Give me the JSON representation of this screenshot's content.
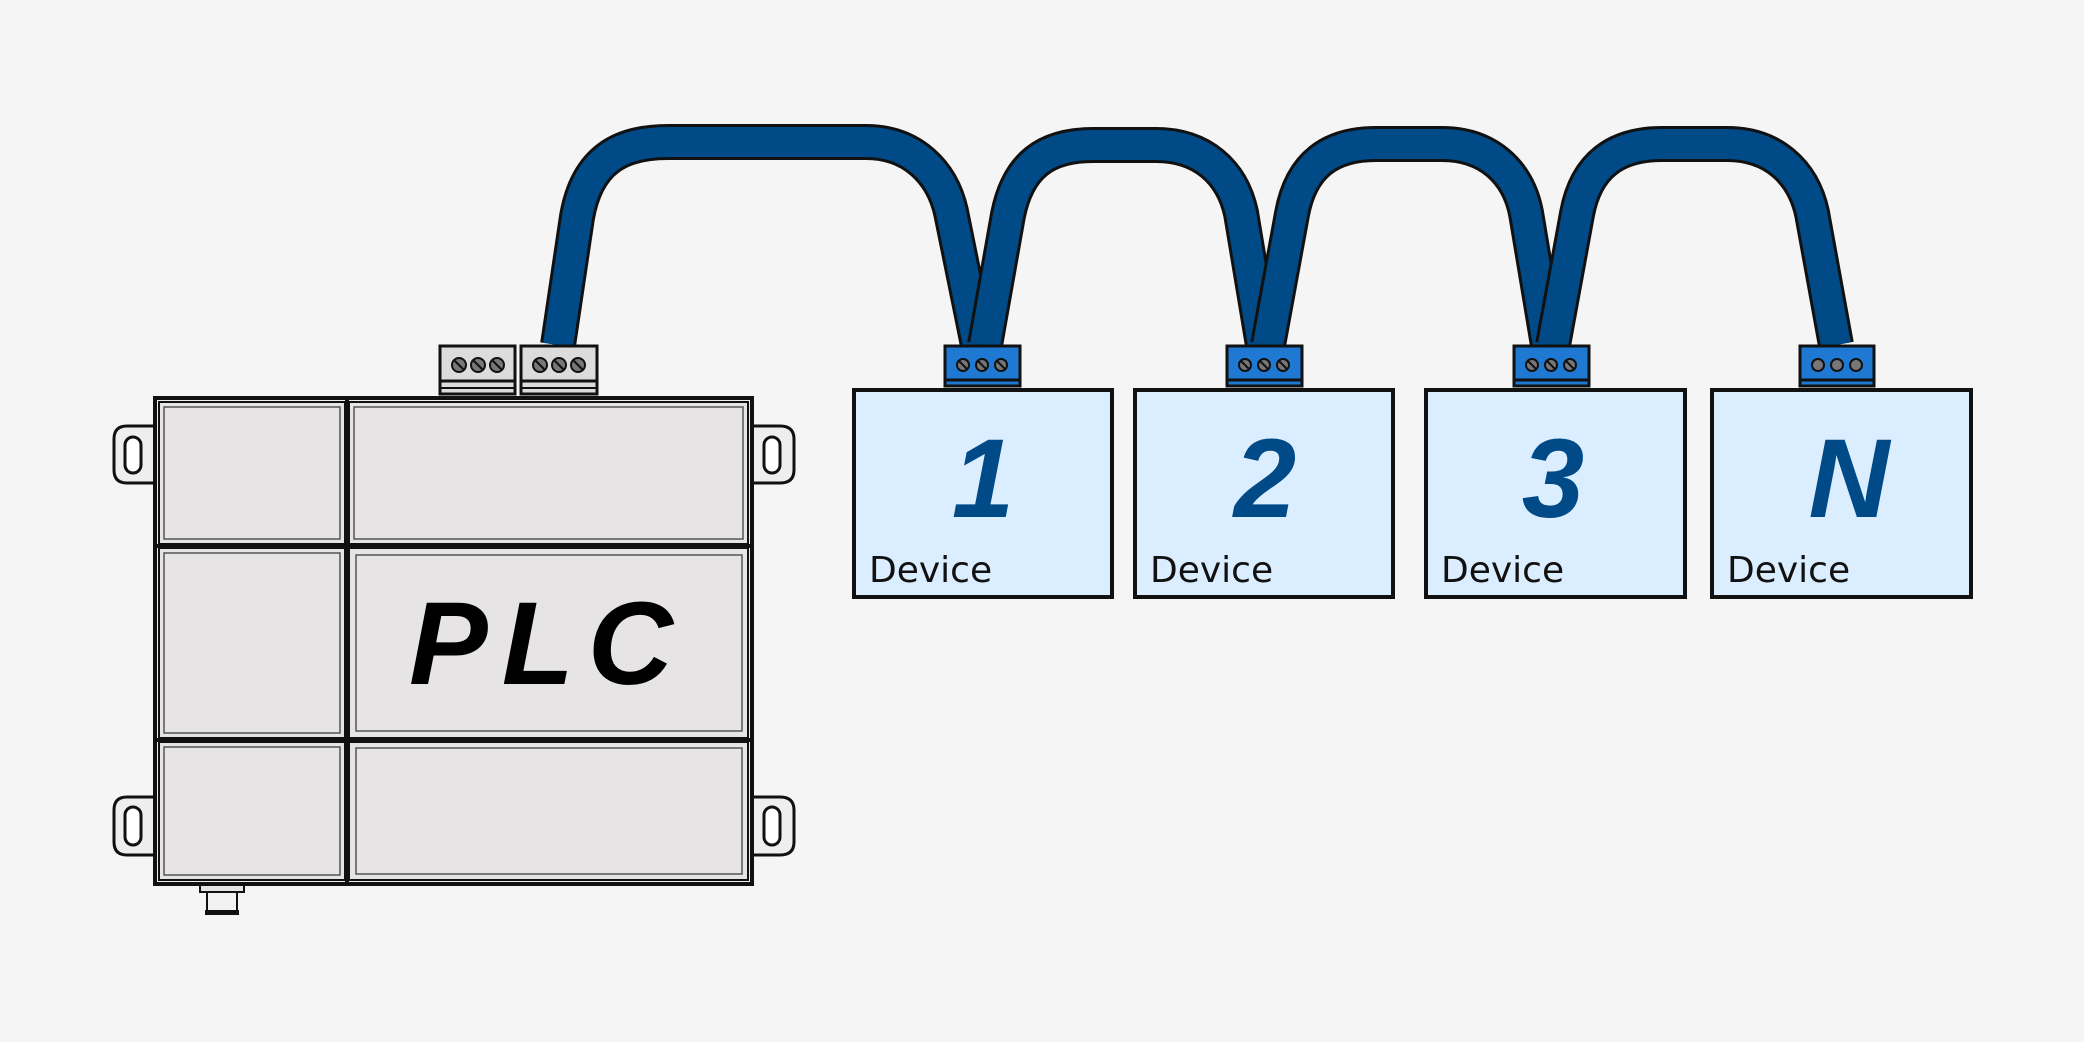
{
  "plc": {
    "label": "PLC"
  },
  "devices": [
    {
      "number": "1",
      "label": "Device"
    },
    {
      "number": "2",
      "label": "Device"
    },
    {
      "number": "3",
      "label": "Device"
    },
    {
      "number": "N",
      "label": "Device"
    }
  ],
  "colors": {
    "background": "#f5f5f5",
    "cable": "#004a87",
    "device_fill": "#dbeeff",
    "device_number": "#004a87",
    "connector": "#1f78d1",
    "plc_panel": "#e6e4e4",
    "outline": "#111111"
  }
}
